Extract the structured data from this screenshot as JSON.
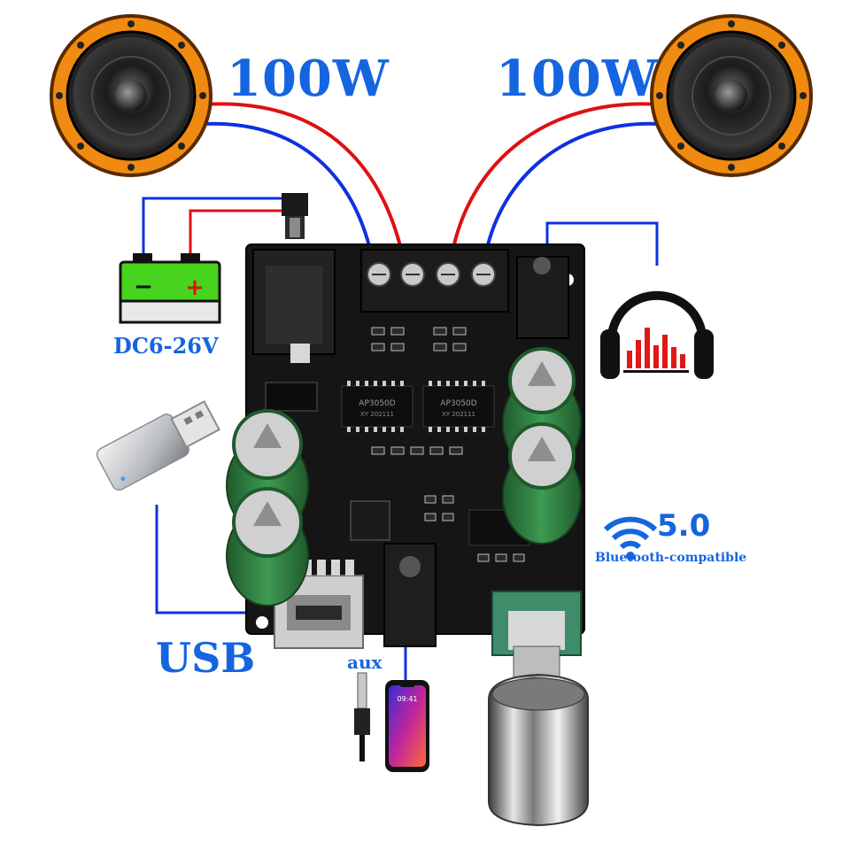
{
  "labels": {
    "left_speaker_power": "100W",
    "right_speaker_power": "100W",
    "power_supply": "DC6-26V",
    "usb": "USB",
    "aux": "aux",
    "bluetooth_version": "5.0",
    "bluetooth_caption": "Bluetooth-compatible"
  },
  "board": {
    "chip_marking_1": "AP3050D",
    "chip_marking_2": "AP3050D",
    "chip_code": "XY 202111"
  },
  "phone": {
    "time": "09:41"
  },
  "battery": {
    "minus": "−",
    "plus": "+"
  },
  "colors": {
    "label_blue": "#1565e0",
    "wire_red": "#e01010",
    "wire_blue": "#1030e0",
    "speaker_orange": "#f08a10",
    "battery_green": "#46d41e",
    "board_black": "#151515",
    "capacitor_green": "#2e7a3e"
  },
  "icons": [
    "speaker-icon",
    "battery-icon",
    "usb-stick-icon",
    "headphones-icon",
    "bluetooth-wave-icon",
    "phone-icon",
    "aux-plug-icon"
  ]
}
